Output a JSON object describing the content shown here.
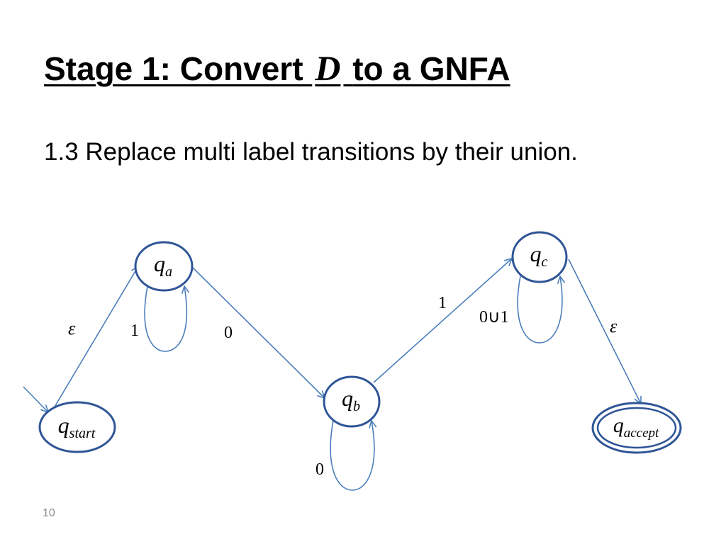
{
  "slide": {
    "title_prefix": "Stage 1: Convert",
    "title_variable": "D",
    "title_suffix": "to a GNFA",
    "body": "1.3 Replace multi label transitions by their union.",
    "page_number": "10"
  },
  "diagram": {
    "colors": {
      "state_stroke": "#2f5597",
      "edge": "#4a7ebb",
      "label": "#000000"
    },
    "states": [
      {
        "id": "q_start",
        "symbol": "q",
        "subscript": "start",
        "accept": false,
        "initial": true
      },
      {
        "id": "q_a",
        "symbol": "q",
        "subscript": "a",
        "accept": false,
        "initial": false
      },
      {
        "id": "q_b",
        "symbol": "q",
        "subscript": "b",
        "accept": false,
        "initial": false
      },
      {
        "id": "q_c",
        "symbol": "q",
        "subscript": "c",
        "accept": false,
        "initial": false
      },
      {
        "id": "q_accept",
        "symbol": "q",
        "subscript": "accept",
        "accept": true,
        "initial": false
      }
    ],
    "transitions": [
      {
        "from": "q_start",
        "to": "q_a",
        "label": "ε"
      },
      {
        "from": "q_a",
        "to": "q_a",
        "label": "1"
      },
      {
        "from": "q_a",
        "to": "q_b",
        "label": "0"
      },
      {
        "from": "q_b",
        "to": "q_b",
        "label": "0"
      },
      {
        "from": "q_b",
        "to": "q_c",
        "label": "1"
      },
      {
        "from": "q_c",
        "to": "q_c",
        "label": "0∪1"
      },
      {
        "from": "q_c",
        "to": "q_accept",
        "label": "ε"
      }
    ]
  }
}
